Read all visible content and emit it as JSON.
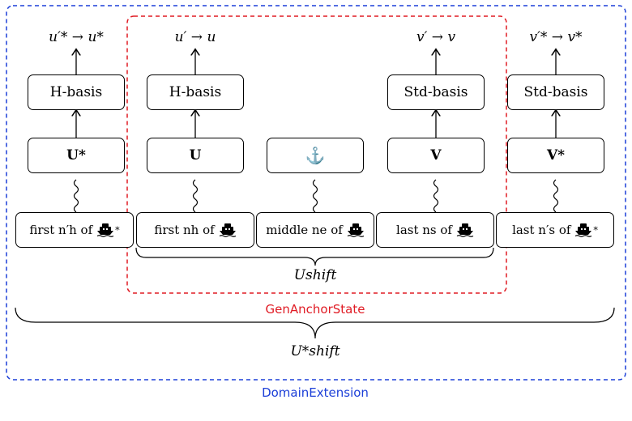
{
  "outputs": [
    {
      "text": "u′* → u*"
    },
    {
      "text": "u′ → u"
    },
    {
      "text": "v′ → v"
    },
    {
      "text": "v′* → v*"
    }
  ],
  "basis_boxes": [
    "H-basis",
    "H-basis",
    "Std-basis",
    "Std-basis"
  ],
  "unitary_boxes": [
    "U*",
    "U",
    "⚓",
    "V",
    "V*"
  ],
  "bottom_boxes": [
    {
      "prefix": "first n′h of",
      "star": "*"
    },
    {
      "prefix": "first nh of",
      "star": ""
    },
    {
      "prefix": "middle ne of",
      "star": ""
    },
    {
      "prefix": "last ns of",
      "star": ""
    },
    {
      "prefix": "last n′s of",
      "star": "*"
    }
  ],
  "brace_labels": {
    "inner": "Ushift",
    "outer": "U*shift"
  },
  "regions": {
    "inner": "GenAnchorState",
    "outer": "DomainExtension"
  },
  "colors": {
    "inner": "#e01b24",
    "outer": "#1c3fd8",
    "ship_icon": "ship-icon"
  }
}
